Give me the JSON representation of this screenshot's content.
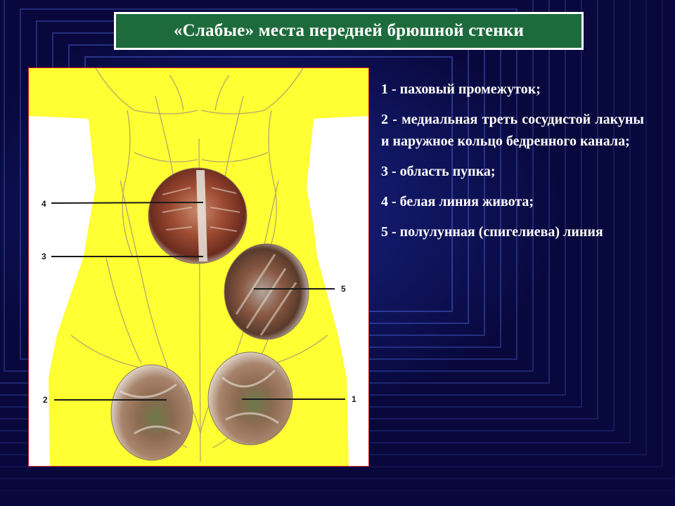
{
  "slide": {
    "title": "«Слабые» места передней брюшной стенки"
  },
  "figure": {
    "callouts": [
      "1",
      "2",
      "3",
      "4",
      "5"
    ]
  },
  "legend": {
    "items": [
      "1 - паховый промежуток;",
      "2 - медиальная треть сосудистой лакуны и наружное кольцо бедренного канала;",
      "3 - область пупка;",
      "4 - белая линия живота;",
      "5 - полулунная (спигелиева) линия"
    ]
  },
  "colors": {
    "background": "#08083c",
    "title_bg": "#1d6b3c",
    "body_fill": "#ffff33",
    "frame_border": "#d02020"
  }
}
